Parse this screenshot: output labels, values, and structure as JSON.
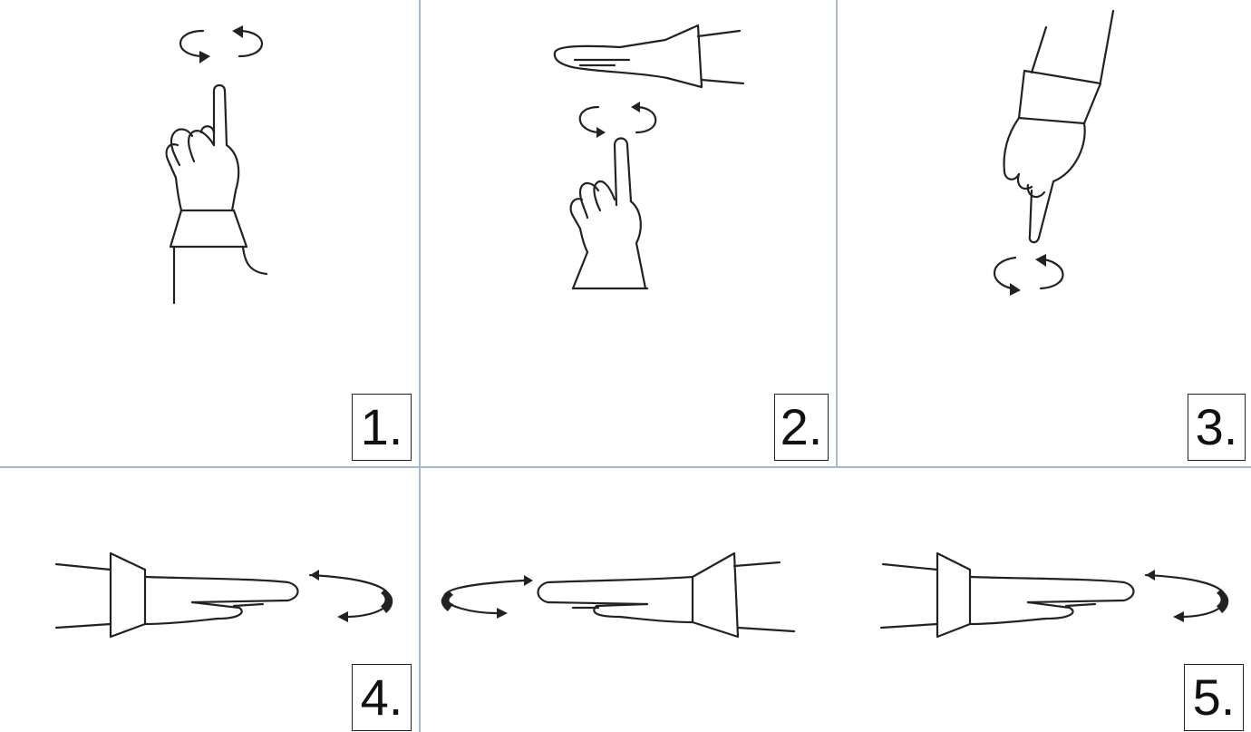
{
  "panels": [
    {
      "id": 1,
      "label": "1."
    },
    {
      "id": 2,
      "label": "2."
    },
    {
      "id": 3,
      "label": "3."
    },
    {
      "id": 4,
      "label": "4."
    },
    {
      "id": 5,
      "label": "5."
    }
  ],
  "colors": {
    "line": "#222222",
    "divider": "#a9b8c8"
  }
}
